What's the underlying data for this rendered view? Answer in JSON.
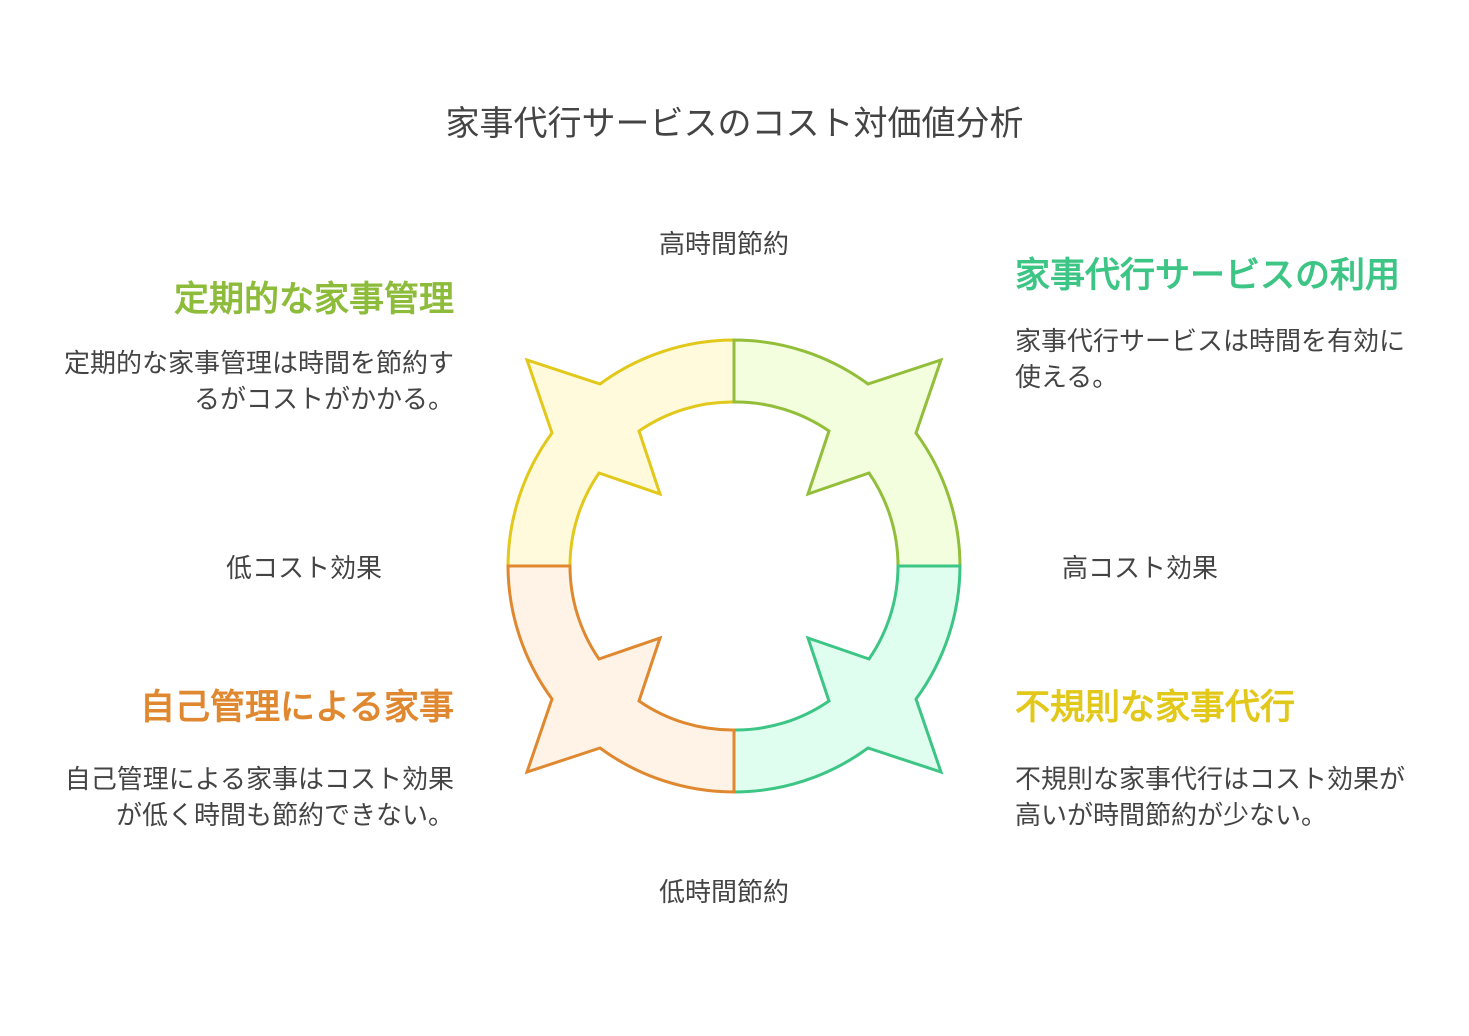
{
  "title": "家事代行サービスのコスト対価値分析",
  "axes": {
    "top": "高時間節約",
    "bottom": "低時間節約",
    "left": "低コスト効果",
    "right": "高コスト効果"
  },
  "quadrants": [
    {
      "heading": "定期的な家事管理",
      "body": "定期的な家事管理は時間を節約するがコストがかかる。",
      "color": "#8DBB3A"
    },
    {
      "heading": "家事代行サービスの利用",
      "body": "家事代行サービスは時間を有効に使える。",
      "color": "#3CC584"
    },
    {
      "heading": "自己管理による家事",
      "body": "自己管理による家事はコスト効果が低く時間も節約できない。",
      "color": "#E0882F"
    },
    {
      "heading": "不規則な家事代行",
      "body": "不規則な家事代行はコスト効果が高いが時間節約が少ない。",
      "color": "#E2C81A"
    }
  ],
  "segment_colors": {
    "top_left": {
      "stroke": "#E2C81A",
      "fill": "#FFFADC"
    },
    "top_right": {
      "stroke": "#92BE3A",
      "fill": "#F2FEDD"
    },
    "bottom_right": {
      "stroke": "#3CC584",
      "fill": "#E0FEF0"
    },
    "bottom_left": {
      "stroke": "#E0882F",
      "fill": "#FEF3E6"
    }
  }
}
